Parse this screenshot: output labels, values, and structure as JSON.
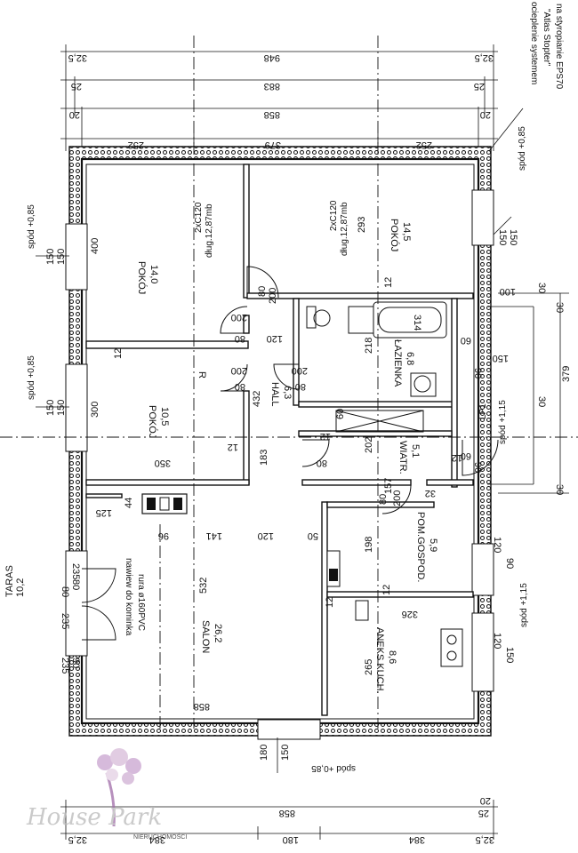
{
  "note": {
    "line1": "ocieplenie systemem",
    "line2": "\"Atlas Stopter\"",
    "line3": "na styropianie EPS70"
  },
  "top_dims": {
    "total_outer": "948",
    "edge_outer": "32,5",
    "total_mid": "883",
    "edge_mid": "25",
    "total_inner": "858",
    "edge_inner": "20",
    "seg_left": "252",
    "seg_mid": "379",
    "seg_right": "252"
  },
  "bottom_dims": {
    "inner": "858",
    "edge_inner": "25",
    "edge_outer": "20",
    "left": "384",
    "mid": "180",
    "right": "384",
    "corner": "32,5",
    "door_w": "180",
    "door_h": "150",
    "sill": "spód +0,85"
  },
  "left_dims": {
    "sill_top": "spód +0,85",
    "w_top_a": "150",
    "w_top_b": "150",
    "sill_mid": "spód +0,85",
    "w_mid_a": "150",
    "w_mid_b": "150",
    "w_low_a": "235",
    "w_low_b": "80",
    "w_low_c": "80",
    "w_low_d": "235",
    "w_low_e": "90",
    "w_low_f": "235"
  },
  "right_dims": {
    "sill_top": "spód +0,85",
    "w_top_a": "150",
    "w_top_b": "150",
    "d100": "100",
    "d30a": "30",
    "d30b": "30",
    "d30c": "30",
    "d150": "150",
    "d60a": "60",
    "d60b": "60",
    "d90a": "90",
    "d90b": "90",
    "d30d": "30",
    "sill_mid": "spód +1,15",
    "lp": "LP1",
    "h379": "379",
    "sill_low": "spód +1,15",
    "w_low_a": "120",
    "w_low_b": "90",
    "w_low_c": "120",
    "w_low_d": "150"
  },
  "rooms": {
    "pokoj1": {
      "name": "POKÓJ",
      "area": "14,0"
    },
    "pokoj2": {
      "name": "POKÓJ",
      "area": "14,5"
    },
    "pokoj3": {
      "name": "POKÓJ",
      "area": "10,5"
    },
    "lazienka": {
      "name": "ŁAZIENKA",
      "area": "6,8"
    },
    "hall": {
      "name": "HALL",
      "area": "6,3"
    },
    "wiatr": {
      "name": "WIATR.",
      "area": "5,1"
    },
    "salon": {
      "name": "SALON",
      "area": "26,2"
    },
    "pomgosp": {
      "name": "POM.GOSPOD.",
      "area": "5,9"
    },
    "aneks": {
      "name": "ANEKS KUCH.",
      "area": "8,6"
    },
    "taras": {
      "name": "TARAS",
      "area": "10,2"
    }
  },
  "inner_dims": {
    "d400": "400",
    "d293": "293",
    "d300": "300",
    "d350": "350",
    "d12a": "12",
    "d12b": "12",
    "d12c": "12",
    "d12d": "12",
    "d12e": "12",
    "d12f": "12",
    "d80a": "80",
    "d80b": "80",
    "d80c": "80",
    "d80d": "80",
    "d80e": "80",
    "d80f": "80",
    "d200a": "200",
    "d200b": "200",
    "d200c": "200",
    "d200d": "200",
    "d200e": "200",
    "d120a": "120",
    "d120b": "120",
    "d218": "218",
    "d314": "314",
    "d432": "432",
    "d183": "183",
    "d202": "202",
    "d60": "60",
    "d32": "32",
    "d44": "44",
    "d125": "125",
    "d96": "96",
    "d141": "141",
    "d50": "50",
    "d532": "532",
    "d858": "858",
    "d198": "198",
    "d326": "326",
    "d265": "265",
    "d157": "157",
    "d12g": "12",
    "r": "R"
  },
  "beams": {
    "b1a": "2xC120",
    "b1b": "dług.12,87mb",
    "b2a": "2xC120",
    "b2b": "dług.12,87mb"
  },
  "chimney": {
    "line1": "nawiew do kominka",
    "line2": "rura ø160PVC"
  },
  "logo": {
    "brand": "House Park",
    "sub": "NIERUCHOMOŚCI"
  }
}
